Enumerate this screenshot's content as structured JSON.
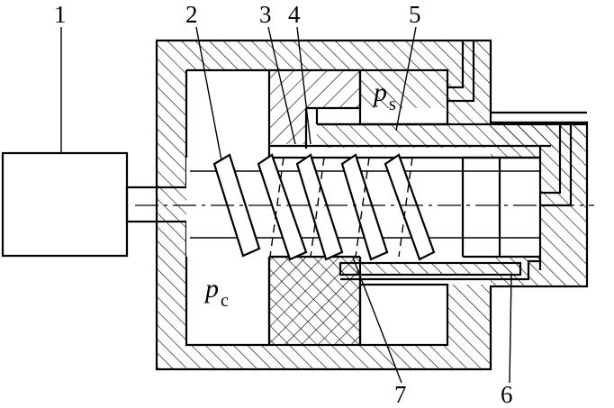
{
  "labels": {
    "l1": "1",
    "l2": "2",
    "l3": "3",
    "l4": "4",
    "l5": "5",
    "l6": "6",
    "l7": "7"
  },
  "ps": {
    "symbol": "p",
    "sub": "s"
  },
  "pc": {
    "symbol": "p",
    "sub": "c"
  }
}
